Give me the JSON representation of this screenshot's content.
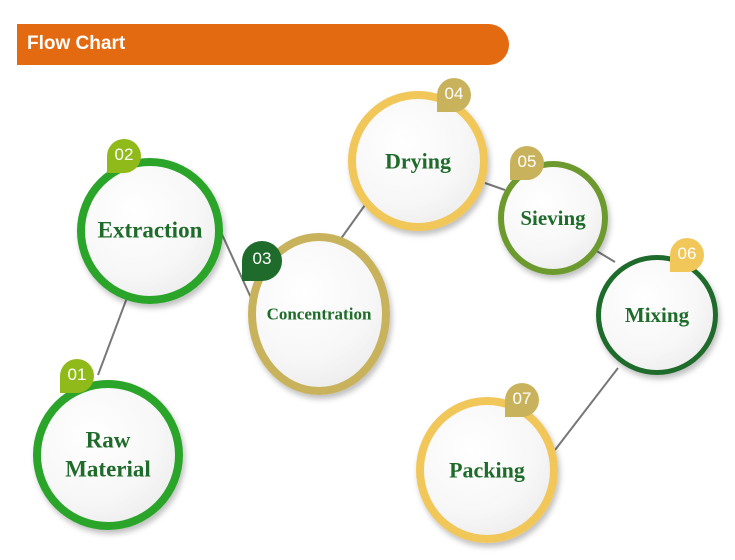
{
  "header": {
    "title": "Flow Chart",
    "color": "#e36a10"
  },
  "steps": [
    {
      "number": "01",
      "label": "Raw\nMaterial",
      "ring_color": "#2aa52a",
      "badge_color": "#8fba1a"
    },
    {
      "number": "02",
      "label": "Extraction",
      "ring_color": "#2aa52a",
      "badge_color": "#8fba1a"
    },
    {
      "number": "03",
      "label": "Concentration",
      "ring_color": "#c9b25c",
      "badge_color": "#1f6b2c"
    },
    {
      "number": "04",
      "label": "Drying",
      "ring_color": "#f2c75a",
      "badge_color": "#c9b25c"
    },
    {
      "number": "05",
      "label": "Sieving",
      "ring_color": "#6c9a2e",
      "badge_color": "#c9b25c"
    },
    {
      "number": "06",
      "label": "Mixing",
      "ring_color": "#1f6b2c",
      "badge_color": "#f2c75a"
    },
    {
      "number": "07",
      "label": "Packing",
      "ring_color": "#f2c75a",
      "badge_color": "#c9b25c"
    }
  ],
  "connector_color": "#777777"
}
